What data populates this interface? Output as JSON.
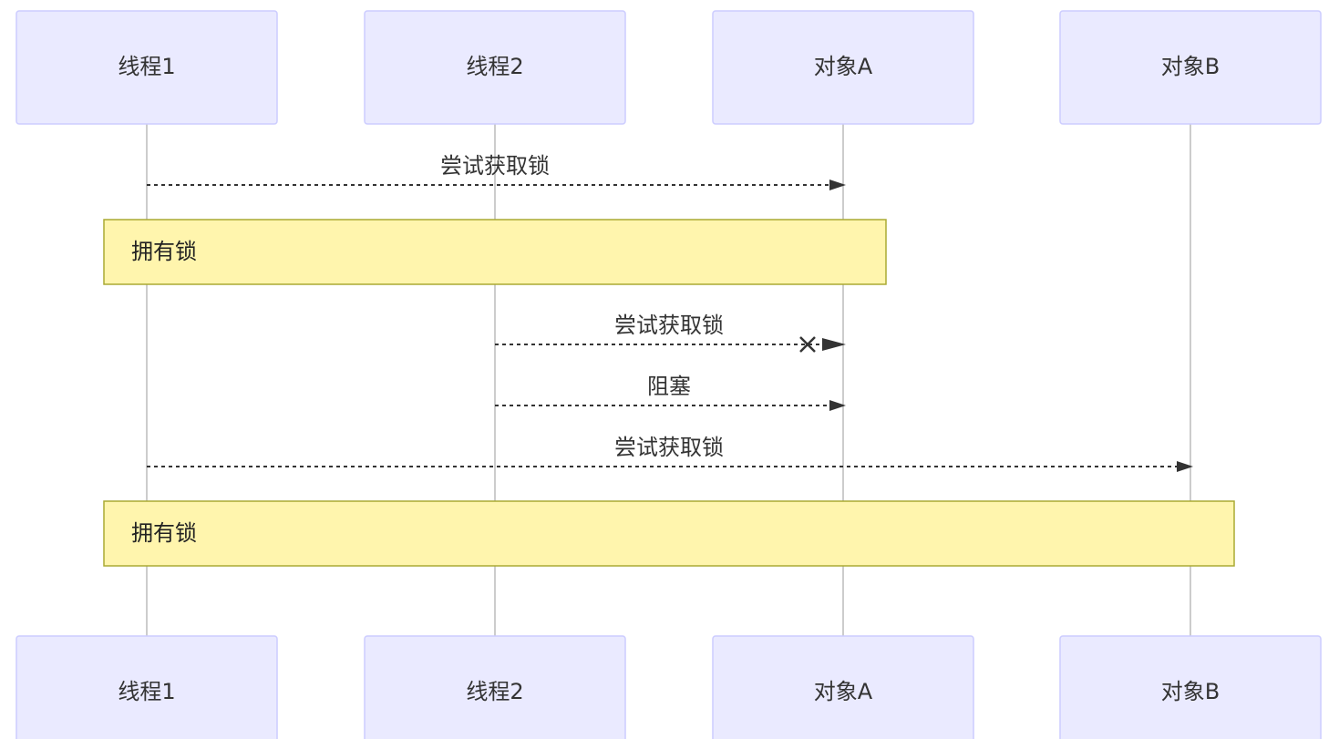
{
  "participants": [
    {
      "id": "t1",
      "label": "线程1"
    },
    {
      "id": "t2",
      "label": "线程2"
    },
    {
      "id": "oA",
      "label": "对象A"
    },
    {
      "id": "oB",
      "label": "对象B"
    }
  ],
  "messages": [
    {
      "from": "t1",
      "to": "oA",
      "label": "尝试获取锁",
      "style": "dashed",
      "arrow": "filled"
    },
    {
      "from": "t2",
      "to": "oA",
      "label": "尝试获取锁",
      "style": "dashed",
      "arrow": "cross"
    },
    {
      "from": "t2",
      "to": "oA",
      "label": "阻塞",
      "style": "dashed",
      "arrow": "filled"
    },
    {
      "from": "t1",
      "to": "oB",
      "label": "尝试获取锁",
      "style": "dashed",
      "arrow": "filled"
    }
  ],
  "notes": [
    {
      "label": "拥有锁",
      "over": [
        "t1",
        "oA"
      ]
    },
    {
      "label": "拥有锁",
      "over": [
        "t1",
        "oB"
      ]
    }
  ],
  "colors": {
    "actor_fill": "#eaeaff",
    "actor_stroke": "#ccccff",
    "note_fill": "#fff5ad",
    "note_stroke": "#aaaa33",
    "line": "#333333",
    "lifeline": "#999999"
  }
}
